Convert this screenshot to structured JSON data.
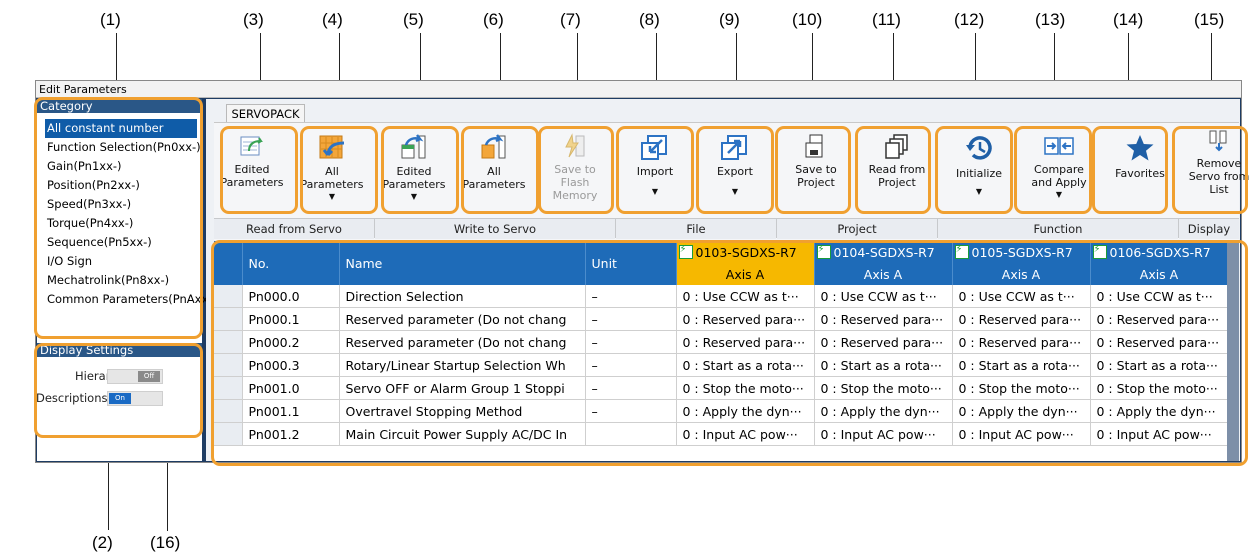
{
  "callouts": [
    "(1)",
    "(2)",
    "(3)",
    "(4)",
    "(5)",
    "(6)",
    "(7)",
    "(8)",
    "(9)",
    "(10)",
    "(11)",
    "(12)",
    "(13)",
    "(14)",
    "(15)",
    "(16)"
  ],
  "window": {
    "title": "Edit Parameters"
  },
  "category": {
    "heading": "Category",
    "items": [
      "All constant number",
      "Function Selection(Pn0xx-)",
      "Gain(Pn1xx-)",
      "Position(Pn2xx-)",
      "Speed(Pn3xx-)",
      "Torque(Pn4xx-)",
      "Sequence(Pn5xx-)",
      "I/O Sign",
      "Mechatrolink(Pn8xx-)",
      "Common Parameters(PnAxx-)"
    ],
    "selected_index": 0
  },
  "display_settings": {
    "heading": "Display Settings",
    "hierarchy_label": "Hierarchy:",
    "hierarchy_state": "Off",
    "descriptions_label": "Descriptions:",
    "descriptions_state": "On"
  },
  "tab": {
    "label": "SERVOPACK"
  },
  "toolbar": {
    "buttons": [
      {
        "lines": [
          "Edited",
          "Parameters"
        ],
        "icon": "edit-parameters-icon"
      },
      {
        "lines": [
          "All",
          "Parameters"
        ],
        "icon": "read-all-icon"
      },
      {
        "lines": [
          "Edited",
          "Parameters"
        ],
        "icon": "write-edited-icon"
      },
      {
        "lines": [
          "All",
          "Parameters"
        ],
        "icon": "write-all-icon"
      },
      {
        "lines": [
          "Save to",
          "Flash",
          "Memory"
        ],
        "icon": "flash-icon",
        "disabled": true
      },
      {
        "lines": [
          "Import"
        ],
        "icon": "import-icon"
      },
      {
        "lines": [
          "Export"
        ],
        "icon": "export-icon"
      },
      {
        "lines": [
          "Save to",
          "Project"
        ],
        "icon": "save-project-icon"
      },
      {
        "lines": [
          "Read from",
          "Project"
        ],
        "icon": "read-project-icon"
      },
      {
        "lines": [
          "Initialize"
        ],
        "icon": "initialize-icon"
      },
      {
        "lines": [
          "Compare",
          "and Apply"
        ],
        "icon": "compare-icon"
      },
      {
        "lines": [
          "Favorites"
        ],
        "icon": "star-icon"
      },
      {
        "lines": [
          "Remove",
          "Servo from",
          "List"
        ],
        "icon": "remove-servo-icon"
      }
    ],
    "groups": [
      "Read from Servo",
      "Write to Servo",
      "File",
      "Project",
      "Function",
      "Display"
    ]
  },
  "grid": {
    "headers": {
      "no": "No.",
      "name": "Name",
      "unit": "Unit"
    },
    "devices": [
      {
        "name": "0103-SGDXS-R7",
        "axis": "Axis A",
        "selected": true
      },
      {
        "name": "0104-SGDXS-R7",
        "axis": "Axis A"
      },
      {
        "name": "0105-SGDXS-R7",
        "axis": "Axis A"
      },
      {
        "name": "0106-SGDXS-R7",
        "axis": "Axis A"
      }
    ],
    "rows": [
      {
        "no": "Pn000.0",
        "name": "Direction Selection",
        "unit": "–",
        "value": "0 : Use CCW as t···"
      },
      {
        "no": "Pn000.1",
        "name": "Reserved parameter (Do not chang",
        "unit": "–",
        "value": "0 : Reserved para···"
      },
      {
        "no": "Pn000.2",
        "name": "Reserved parameter (Do not chang",
        "unit": "–",
        "value": "0 : Reserved para···"
      },
      {
        "no": "Pn000.3",
        "name": "Rotary/Linear Startup Selection Wh",
        "unit": "–",
        "value": "0 : Start as a rota···"
      },
      {
        "no": "Pn001.0",
        "name": "Servo OFF or Alarm Group 1 Stoppi",
        "unit": "–",
        "value": "0 : Stop the moto···"
      },
      {
        "no": "Pn001.1",
        "name": "Overtravel Stopping Method",
        "unit": "–",
        "value": "0 : Apply the dyn···"
      },
      {
        "no": "Pn001.2",
        "name": "Main Circuit Power Supply AC/DC In",
        "unit": "",
        "value": "0 : Input AC pow···"
      }
    ]
  }
}
